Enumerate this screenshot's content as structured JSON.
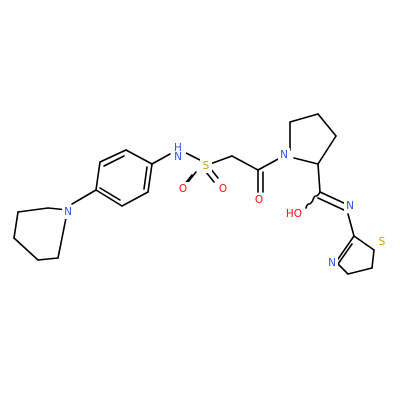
{
  "molecule": {
    "atom_labels": {
      "n_amide": "H",
      "n_amide_main": "N",
      "sulfur": "S",
      "oxygen_sulfonyl_1": "O",
      "oxygen_sulfonyl_2": "O",
      "oxygen_ketone": "O",
      "n_pyrrolidine": "N",
      "oh_group": "HO",
      "n_imine": "N",
      "n_piperidine": "N",
      "n_thiazole": "N",
      "s_thiazole": "S"
    },
    "colors": {
      "nitrogen": "#3050F8",
      "oxygen": "#FF0D0D",
      "sulfur": "#C8A000",
      "bond": "#000000",
      "background": "#FFFFFF"
    }
  }
}
